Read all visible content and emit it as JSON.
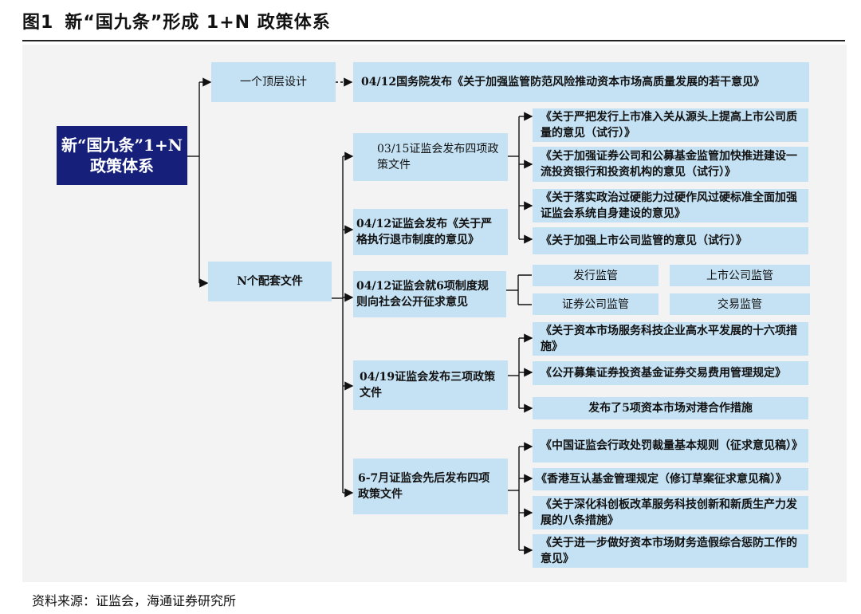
{
  "header": {
    "fig_no": "图1",
    "title": "新“国九条”形成 1+N 政策体系"
  },
  "root": {
    "text": "新“国九条”1+N政策体系"
  },
  "top_branch": {
    "label": "一个顶层设计",
    "doc": "04/12国务院发布《关于加强监管防范风险推动资本市场高质量发展的若干意见》"
  },
  "n_branch": {
    "label": "N个配套文件",
    "groups": [
      {
        "label": "03/15证监会发布四项政策文件",
        "items": [
          "《关于严把发行上市准入关从源头上提高上市公司质量的意见（试行）》",
          "《关于加强证券公司和公募基金监管加快推进建设一流投资银行和投资机构的意见（试行）》",
          "《关于落实政治过硬能力过硬作风过硬标准全面加强证监会系统自身建设的意见》",
          "《关于加强上市公司监管的意见（试行）》"
        ]
      },
      {
        "label": "04/12证监会发布《关于严格执行退市制度的意见》"
      },
      {
        "label": "04/12证监会就6项制度规则向社会公开征求意见",
        "items": [
          "发行监管",
          "上市公司监管",
          "证券公司监管",
          "交易监管"
        ]
      },
      {
        "label": "04/19证监会发布三项政策文件",
        "items": [
          "《关于资本市场服务科技企业高水平发展的十六项措施》",
          "《公开募集证券投资基金证券交易费用管理规定》",
          "发布了5项资本市场对港合作措施"
        ]
      },
      {
        "label": "6-7月证监会先后发布四项政策文件",
        "items": [
          "《中国证监会行政处罚裁量基本规则（征求意见稿）》",
          "《香港互认基金管理规定（修订草案征求意见稿）》",
          "《关于深化科创板改革服务科技创新和新质生产力发展的八条措施》",
          "《关于进一步做好资本市场财务造假综合惩防工作的意见》"
        ]
      }
    ]
  },
  "source": "资料来源：证监会，海通证券研究所"
}
